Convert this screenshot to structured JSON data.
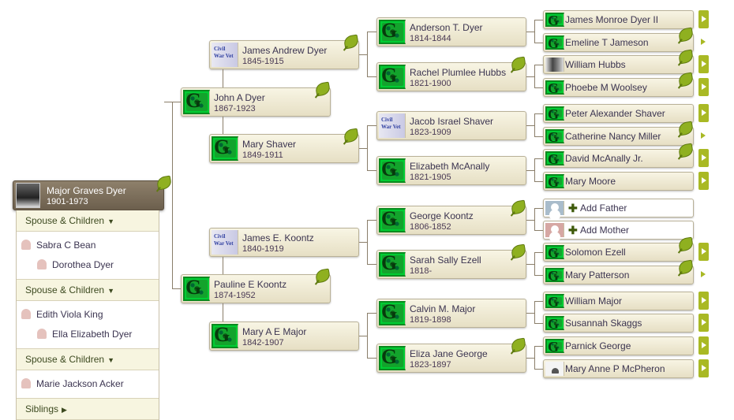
{
  "root": {
    "name": "Major Graves Dyer",
    "dates": "1901-1973",
    "photo": "photo"
  },
  "panel": {
    "groups": [
      {
        "header": "Spouse & Children",
        "spouse": "Sabra C Bean",
        "children": [
          "Dorothea Dyer"
        ]
      },
      {
        "header": "Spouse & Children",
        "spouse": "Edith Viola King",
        "children": [
          "Ella Elizabeth Dyer"
        ]
      },
      {
        "header": "Spouse & Children",
        "spouse": "Marie Jackson Acker",
        "children": []
      }
    ],
    "siblings": "Siblings"
  },
  "gen1": [
    {
      "name": "John A Dyer",
      "dates": "1867-1923",
      "photo": "crest",
      "leaf": true
    },
    {
      "name": "Pauline E Koontz",
      "dates": "1874-1952",
      "photo": "crest",
      "leaf": true
    }
  ],
  "gen2": [
    {
      "name": "James Andrew Dyer",
      "dates": "1845-1915",
      "photo": "civil",
      "leaf": true
    },
    {
      "name": "Mary Shaver",
      "dates": "1849-1911",
      "photo": "crest",
      "leaf": true
    },
    {
      "name": "James E. Koontz",
      "dates": "1840-1919",
      "photo": "civil",
      "leaf": false
    },
    {
      "name": "Mary A E Major",
      "dates": "1842-1907",
      "photo": "crest",
      "leaf": false
    }
  ],
  "gen3": [
    {
      "name": "Anderson T. Dyer",
      "dates": "1814-1844",
      "photo": "crest",
      "leaf": false
    },
    {
      "name": "Rachel Plumlee Hubbs",
      "dates": "1821-1900",
      "photo": "crest",
      "leaf": true
    },
    {
      "name": "Jacob Israel Shaver",
      "dates": "1823-1909",
      "photo": "civil",
      "leaf": false
    },
    {
      "name": "Elizabeth McAnally",
      "dates": "1821-1905",
      "photo": "crest",
      "leaf": false
    },
    {
      "name": "George Koontz",
      "dates": "1806-1852",
      "photo": "crest",
      "leaf": true
    },
    {
      "name": "Sarah Sally Ezell",
      "dates": "1818-",
      "photo": "crest",
      "leaf": true
    },
    {
      "name": "Calvin M. Major",
      "dates": "1819-1898",
      "photo": "crest",
      "leaf": false
    },
    {
      "name": "Eliza Jane George",
      "dates": "1823-1897",
      "photo": "crest",
      "leaf": true
    }
  ],
  "gen4": [
    {
      "name": "James Monroe Dyer II",
      "photo": "crest",
      "leaf": false,
      "arrow": "big"
    },
    {
      "name": "Emeline T Jameson",
      "photo": "crest",
      "leaf": true,
      "arrow": "small"
    },
    {
      "name": "William Hubbs",
      "photo": "photo",
      "leaf": true,
      "arrow": "big"
    },
    {
      "name": "Phoebe M Woolsey",
      "photo": "crest",
      "leaf": true,
      "arrow": "big"
    },
    {
      "name": "Peter Alexander Shaver",
      "photo": "crest",
      "leaf": false,
      "arrow": "big"
    },
    {
      "name": "Catherine Nancy Miller",
      "photo": "crest",
      "leaf": true,
      "arrow": "small"
    },
    {
      "name": "David McAnally Jr.",
      "photo": "crest",
      "leaf": true,
      "arrow": "big"
    },
    {
      "name": "Mary Moore",
      "photo": "crest",
      "leaf": false,
      "arrow": "big"
    },
    {
      "name": "Add Father",
      "photo": "msil",
      "add": true
    },
    {
      "name": "Add Mother",
      "photo": "fsil",
      "add": true
    },
    {
      "name": "Solomon Ezell",
      "photo": "crest",
      "leaf": true,
      "arrow": "big"
    },
    {
      "name": "Mary Patterson",
      "photo": "crest",
      "leaf": true,
      "arrow": "small"
    },
    {
      "name": "William Major",
      "photo": "crest",
      "leaf": false,
      "arrow": "big"
    },
    {
      "name": "Susannah Skaggs",
      "photo": "crest",
      "leaf": false,
      "arrow": "big"
    },
    {
      "name": "Parnick George",
      "photo": "crest",
      "leaf": false,
      "arrow": "big"
    },
    {
      "name": "Mary Anne P McPheron",
      "photo": "hat",
      "leaf": false,
      "arrow": "big"
    }
  ]
}
